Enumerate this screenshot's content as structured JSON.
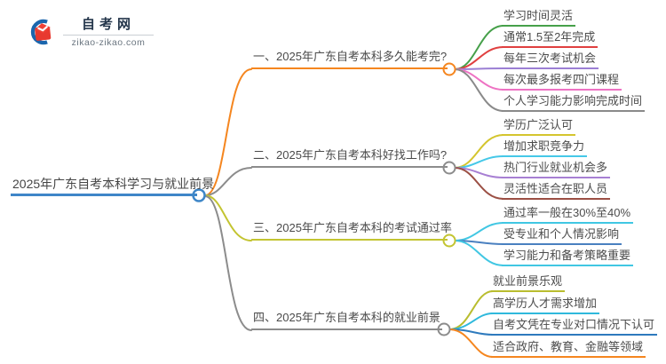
{
  "logo": {
    "title": "自考网",
    "domain": "zikao-zikao.com",
    "brand_blue": "#1b66ad",
    "brand_red": "#e8392f"
  },
  "central": {
    "label": "2025年广东自考本科学习与就业前景",
    "color": "#3e86c8"
  },
  "branches": [
    {
      "label": "一、2025年广东自考本科多久能考完?",
      "color": "#f5861f",
      "children": [
        {
          "text": "学习时间灵活",
          "color": "#46a04a"
        },
        {
          "text": "通常1.5至2年完成",
          "color": "#e04040"
        },
        {
          "text": "每年三次考试机会",
          "color": "#9b7fd4"
        },
        {
          "text": "每次最多报考四门课程",
          "color": "#ee72c3"
        },
        {
          "text": "个人学习能力影响完成时间",
          "color": "#8a8a8a"
        }
      ]
    },
    {
      "label": "二、2025年广东自考本科好找工作吗?",
      "color": "#8c8c8c",
      "children": [
        {
          "text": "学历广泛认可",
          "color": "#d4c52e"
        },
        {
          "text": "增加求职竞争力",
          "color": "#45c8e8"
        },
        {
          "text": "热门行业就业机会多",
          "color": "#a77fd3"
        },
        {
          "text": "灵活性适合在职人员",
          "color": "#9b4f44"
        }
      ]
    },
    {
      "label": "三、2025年广东自考本科的考试通过率",
      "color": "#c3c431",
      "children": [
        {
          "text": "通过率一般在30%至40%",
          "color": "#41c7e3"
        },
        {
          "text": "受专业和个人情况影响",
          "color": "#4a80c0"
        },
        {
          "text": "学习能力和备考策略重要",
          "color": "#41c7e3"
        }
      ]
    },
    {
      "label": "四、2025年广东自考本科的就业前景",
      "color": "#8c8c8c",
      "children": [
        {
          "text": "就业前景乐观",
          "color": "#b9bd2f"
        },
        {
          "text": "高学历人才需求增加",
          "color": "#2fb9dc"
        },
        {
          "text": "自考文凭在专业对口情况下认可",
          "color": "#2e7abd"
        },
        {
          "text": "适合政府、教育、金融等领域",
          "color": "#f5861f"
        }
      ]
    }
  ]
}
